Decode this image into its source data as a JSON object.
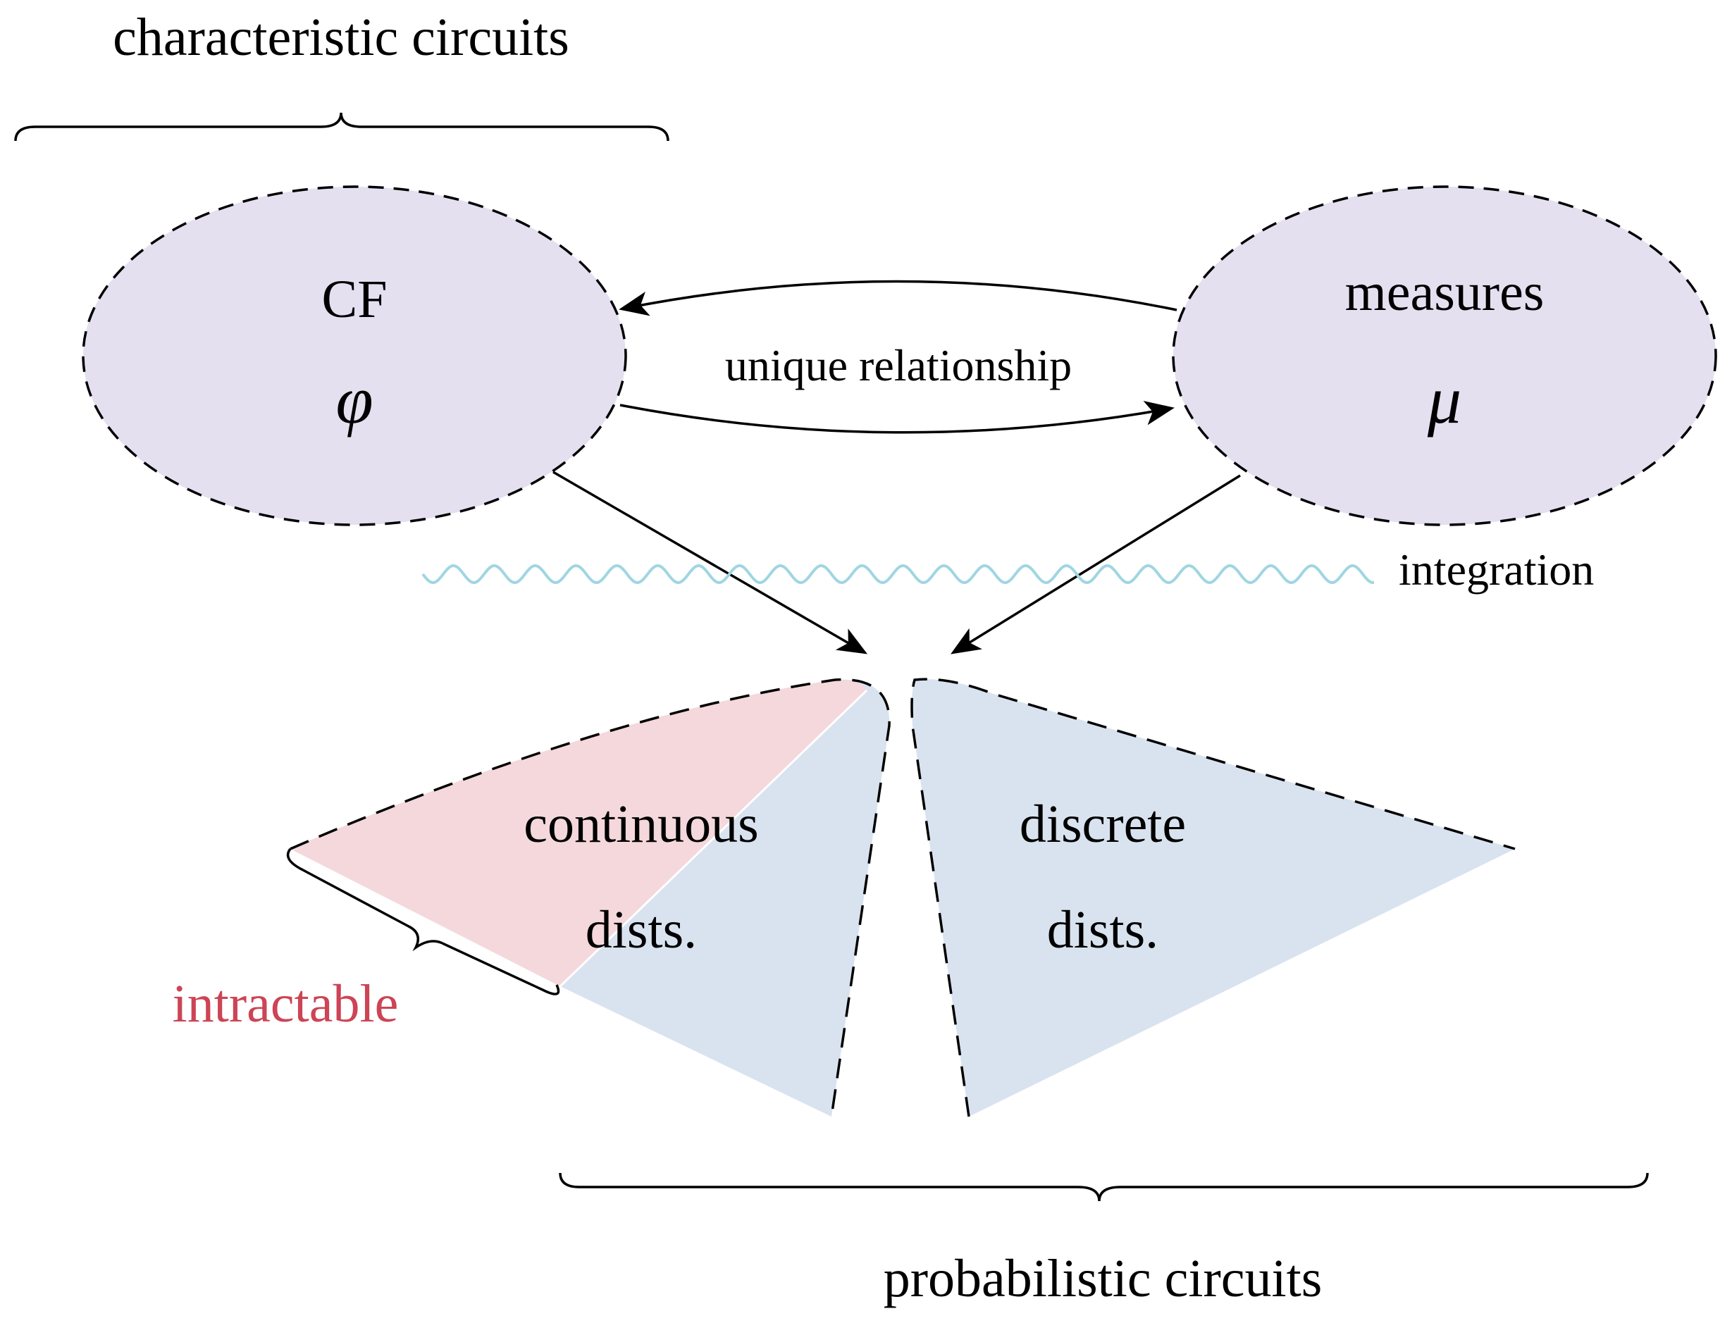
{
  "labels": {
    "characteristic_circuits": "characteristic circuits",
    "probabilistic_circuits": "probabilistic circuits",
    "cf": "CF",
    "phi": "φ",
    "measures": "measures",
    "mu": "μ",
    "unique_relationship": "unique relationship",
    "integration": "integration",
    "continuous_line1": "continuous",
    "continuous_line2": "dists.",
    "discrete_line1": "discrete",
    "discrete_line2": "dists.",
    "intractable": "intractable"
  },
  "colors": {
    "node_fill": "#e4e0f0",
    "region_blue": "#d9e3ef",
    "region_pink": "#f4d8dc",
    "intractable_text": "#cc4455",
    "integration_wave": "#9fd6e2",
    "stroke": "#000000"
  }
}
